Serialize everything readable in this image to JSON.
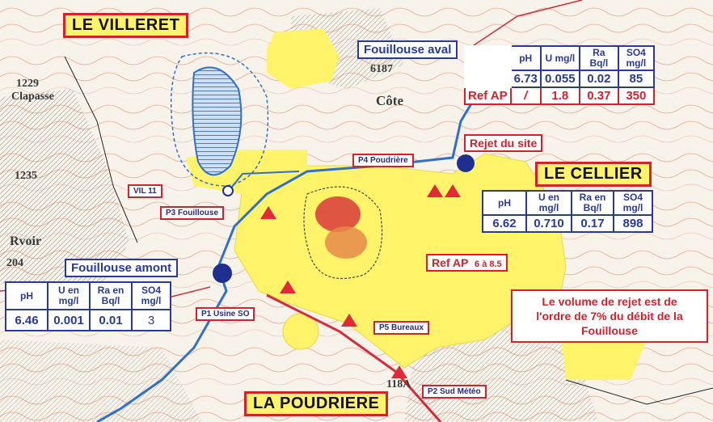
{
  "places": {
    "villeret": "LE VILLERET",
    "cellier": "LE CELLIER",
    "poudriere": "LA POUDRIERE"
  },
  "points": {
    "fouillouse_aval": "Fouillouse aval",
    "fouillouse_amont": "Fouillouse amont",
    "rejet_site": "Rejet du site",
    "vil11": "VIL 11",
    "p1": "P1 Usine SO",
    "p2": "P2 Sud Météo",
    "p3": "P3 Fouillouse",
    "p4": "P4 Poudrière",
    "p5": "P5 Bureaux"
  },
  "map_text": {
    "elev_1229": "1229",
    "clapasse": "Clapasse",
    "elev_1235": "1235",
    "rvoir": "Rvoir",
    "n204": "204",
    "n6187": "6187",
    "cote": "Côte",
    "n118a": "118A"
  },
  "tables": {
    "aval": {
      "headers": [
        "pH",
        "U mg/l",
        "Ra Bq/l",
        "SO4 mg/l"
      ],
      "values": [
        "6.73",
        "0.055",
        "0.02",
        "85"
      ],
      "ref_label": "Ref AP",
      "ref_values": [
        "/",
        "1.8",
        "0.37",
        "350"
      ]
    },
    "rejet": {
      "headers": [
        "pH",
        "U en mg/l",
        "Ra en Bq/l",
        "SO4 mg/l"
      ],
      "values": [
        "6.62",
        "0.710",
        "0.17",
        "898"
      ],
      "ref_label": "Ref AP",
      "ref_ph": "6 à 8.5"
    },
    "amont": {
      "headers": [
        "pH",
        "U en mg/l",
        "Ra en Bq/l",
        "SO4 mg/l"
      ],
      "values": [
        "6.46",
        "0.001",
        "0.01",
        "3"
      ]
    }
  },
  "note": {
    "line1": "Le volume de rejet est de",
    "line2": "l'ordre de 7% du débit de la",
    "line3": "Fouillouse"
  },
  "colors": {
    "site_zone": "#fff36a",
    "label_border": "#d8202a",
    "table_blue": "#2a3a9a",
    "river": "#2f6fd0",
    "road": "#d82a3a"
  }
}
